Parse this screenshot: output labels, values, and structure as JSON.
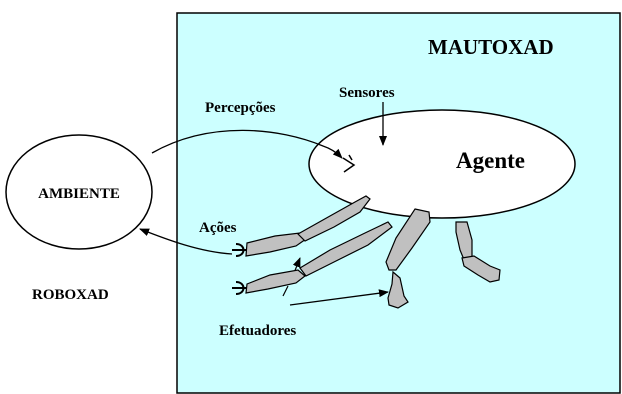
{
  "labels": {
    "system": "MAUTOXAD",
    "environment": "AMBIENTE",
    "robot": "ROBOXAD",
    "agent": "Agente",
    "perceptions": "Percepções",
    "sensors": "Sensores",
    "actions": "Ações",
    "effectors": "Efetuadores"
  },
  "colors": {
    "system_panel": "#ccffff",
    "limb_fill": "#c0c0c0",
    "stroke": "#000000",
    "background": "#ffffff"
  }
}
